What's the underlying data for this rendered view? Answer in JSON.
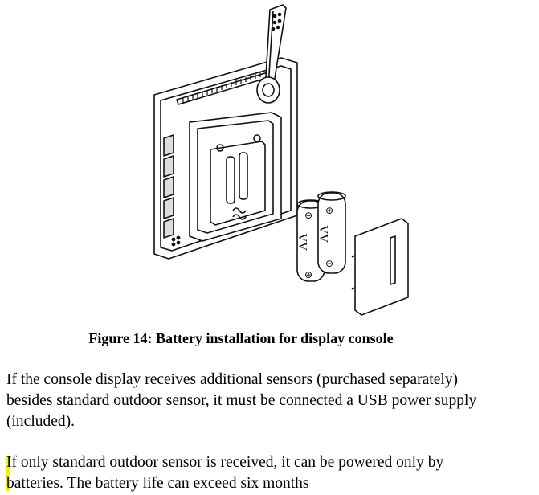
{
  "figure": {
    "battery_label_1": "AA",
    "battery_label_2": "AA",
    "plus_symbol": "⊕",
    "minus_symbol": "⊖"
  },
  "caption": "Figure 14: Battery installation for display console",
  "paragraph1": {
    "line1": "If the console display receives additional sensors (purchased separately)",
    "line2": "besides standard outdoor sensor, it must be connected a USB power supply",
    "line3": "(included)."
  },
  "paragraph2": {
    "line1": "If only standard outdoor sensor is received, it can be powered only by",
    "line2": "batteries. The battery life can exceed six months"
  },
  "colors": {
    "highlight": "#f5ef00"
  }
}
